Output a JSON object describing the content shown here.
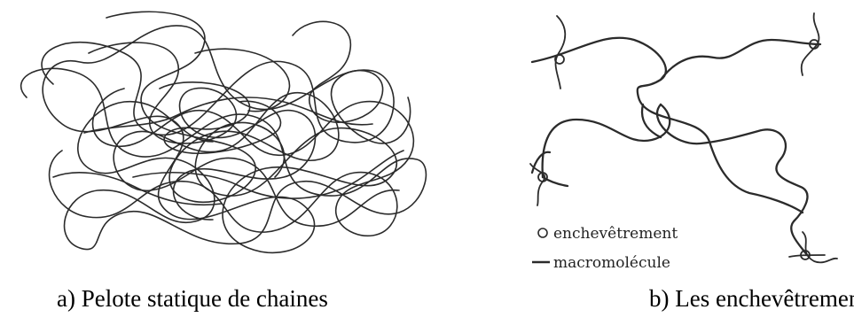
{
  "captions": {
    "left": "a) Pelote statique de chaines",
    "right": "b) Les enchevêtrements"
  },
  "legend": {
    "entanglement": "enchevêtrement",
    "macromolecule": "macromolécule"
  },
  "colors": {
    "line": "#2b2b2b",
    "background": "#ffffff"
  }
}
